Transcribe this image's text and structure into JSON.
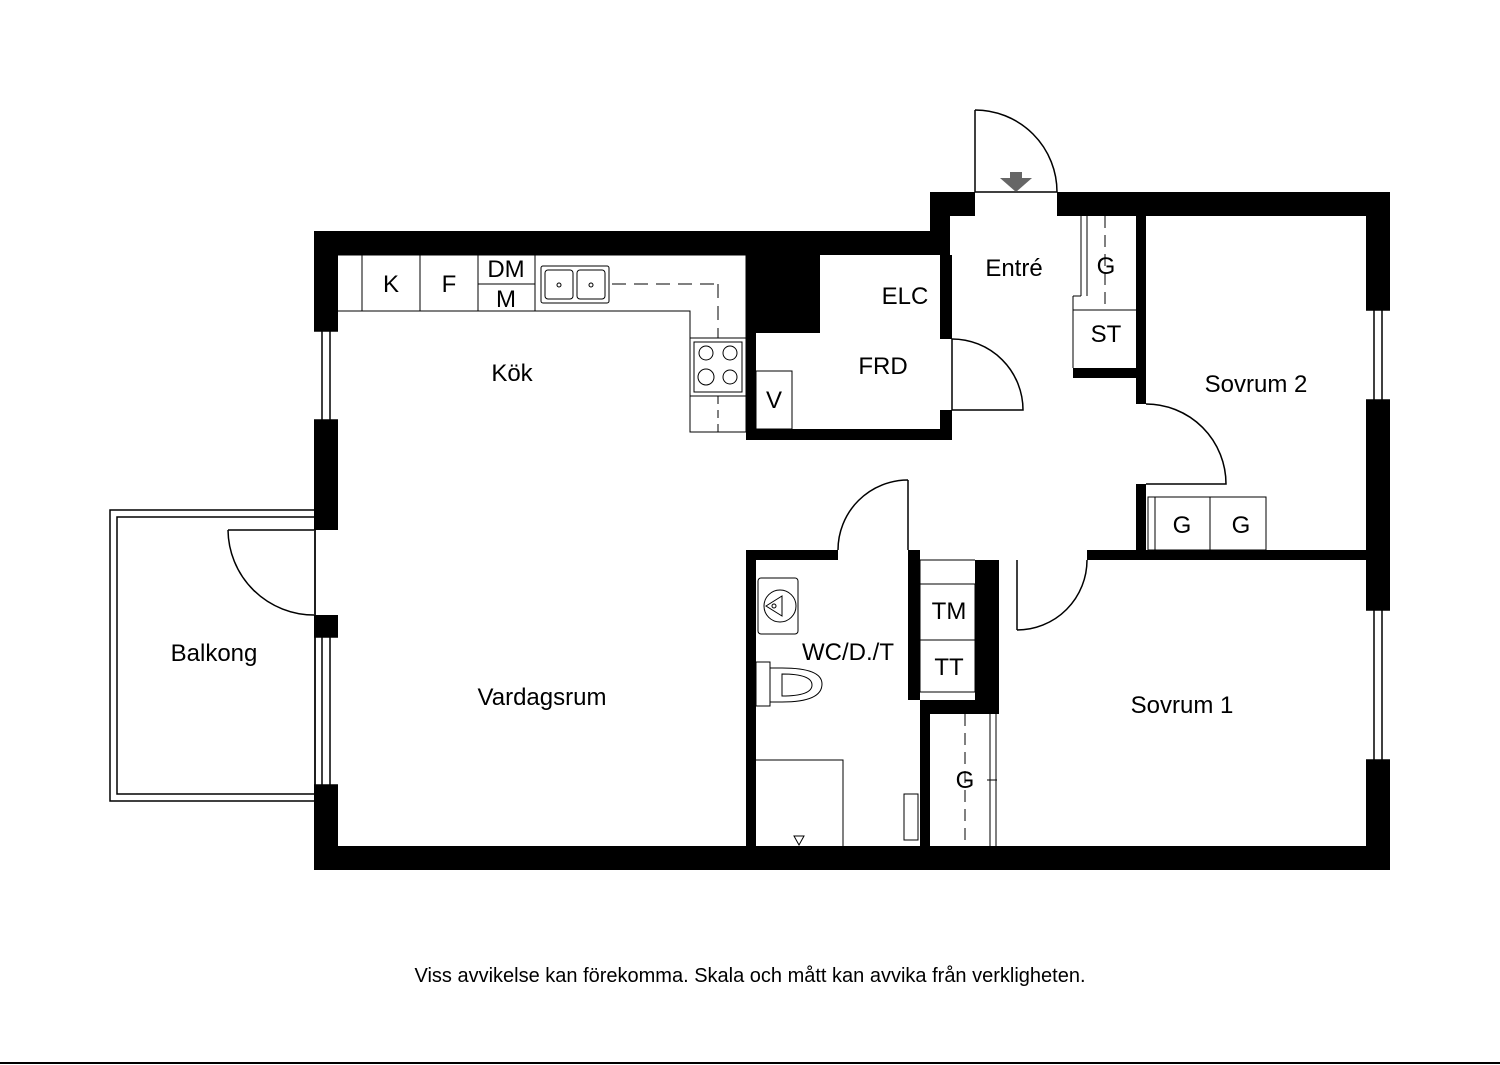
{
  "rooms": {
    "kok": "Kök",
    "vardagsrum": "Vardagsrum",
    "balkong": "Balkong",
    "entre": "Entré",
    "elc": "ELC",
    "frd": "FRD",
    "sovrum1": "Sovrum 1",
    "sovrum2": "Sovrum 2",
    "wc": "WC/D./T"
  },
  "fixtures": {
    "k": "K",
    "f": "F",
    "dm": "DM",
    "m": "M",
    "v": "V",
    "g_hall": "G",
    "st": "ST",
    "g_bed2_a": "G",
    "g_bed2_b": "G",
    "tm": "TM",
    "tt": "TT",
    "g_bed1": "G"
  },
  "disclaimer": "Viss avvikelse kan förekomma. Skala och mått kan avvika från verkligheten."
}
